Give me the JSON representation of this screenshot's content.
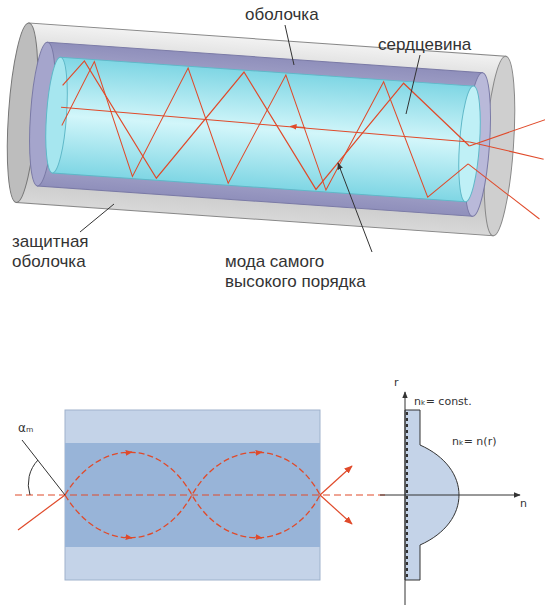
{
  "diagram": {
    "labels": [
      "оболочка",
      "сердцевина",
      "защитная оболочка",
      "мода самого высокого порядка",
      "αₘ",
      "r",
      "nₖ= const.",
      "nₖ= n(r)",
      "n"
    ]
  }
}
